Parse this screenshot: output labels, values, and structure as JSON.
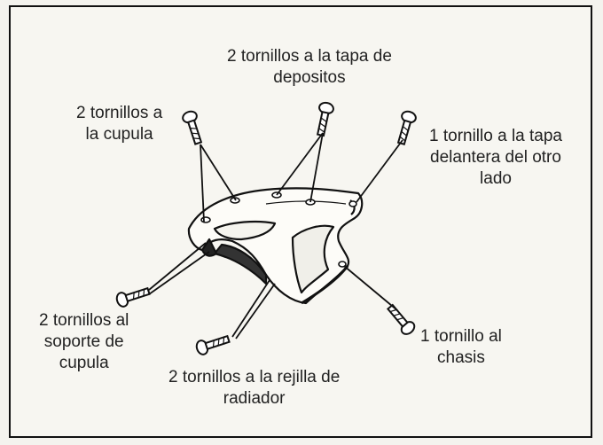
{
  "labels": {
    "cupula": [
      "2 tornillos a",
      "la cupula"
    ],
    "depositos": [
      "2 tornillos a la tapa de",
      "depositos"
    ],
    "tapa_delantera": [
      "1 tornillo a la tapa",
      "delantera del otro",
      "lado"
    ],
    "soporte": [
      "2 tornillos al",
      "soporte de",
      "cupula"
    ],
    "rejilla": [
      "2 tornillos a la rejilla de",
      "radiador"
    ],
    "chasis": [
      "1 tornillo al",
      "chasis"
    ]
  }
}
